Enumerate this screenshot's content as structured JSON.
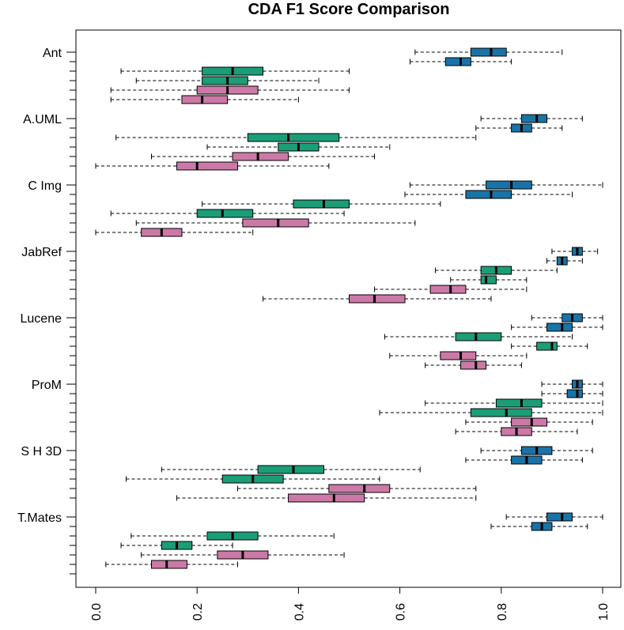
{
  "chart_data": {
    "type": "boxplot",
    "title": "CDA F1 Score Comparison",
    "xlabel": "",
    "ylabel": "",
    "xlim": [
      0.0,
      1.0
    ],
    "x_ticks": [
      "0.0",
      "0.2",
      "0.4",
      "0.6",
      "0.8",
      "1.0"
    ],
    "orientation": "horizontal",
    "grid": false,
    "colors": {
      "blue": "#1a73a8",
      "green": "#1b9e77",
      "pink": "#cc79a7"
    },
    "groups": [
      {
        "name": "Ant",
        "boxes": [
          {
            "color": "blue",
            "min": 0.63,
            "q1": 0.74,
            "median": 0.78,
            "q3": 0.81,
            "max": 0.92
          },
          {
            "color": "blue",
            "min": 0.62,
            "q1": 0.69,
            "median": 0.72,
            "q3": 0.74,
            "max": 0.82
          },
          {
            "color": "green",
            "min": 0.05,
            "q1": 0.21,
            "median": 0.27,
            "q3": 0.33,
            "max": 0.5
          },
          {
            "color": "green",
            "min": 0.08,
            "q1": 0.21,
            "median": 0.26,
            "q3": 0.3,
            "max": 0.44
          },
          {
            "color": "pink",
            "min": 0.03,
            "q1": 0.2,
            "median": 0.26,
            "q3": 0.32,
            "max": 0.5
          },
          {
            "color": "pink",
            "min": 0.03,
            "q1": 0.17,
            "median": 0.21,
            "q3": 0.26,
            "max": 0.4
          }
        ]
      },
      {
        "name": "A.UML",
        "boxes": [
          {
            "color": "blue",
            "min": 0.76,
            "q1": 0.84,
            "median": 0.87,
            "q3": 0.89,
            "max": 0.96
          },
          {
            "color": "blue",
            "min": 0.75,
            "q1": 0.82,
            "median": 0.84,
            "q3": 0.86,
            "max": 0.92
          },
          {
            "color": "green",
            "min": 0.04,
            "q1": 0.3,
            "median": 0.38,
            "q3": 0.48,
            "max": 0.75
          },
          {
            "color": "green",
            "min": 0.22,
            "q1": 0.36,
            "median": 0.4,
            "q3": 0.44,
            "max": 0.58
          },
          {
            "color": "pink",
            "min": 0.11,
            "q1": 0.27,
            "median": 0.32,
            "q3": 0.38,
            "max": 0.55
          },
          {
            "color": "pink",
            "min": 0.0,
            "q1": 0.16,
            "median": 0.2,
            "q3": 0.28,
            "max": 0.46
          }
        ]
      },
      {
        "name": "C Img",
        "boxes": [
          {
            "color": "blue",
            "min": 0.62,
            "q1": 0.77,
            "median": 0.82,
            "q3": 0.86,
            "max": 1.0
          },
          {
            "color": "blue",
            "min": 0.61,
            "q1": 0.73,
            "median": 0.78,
            "q3": 0.82,
            "max": 0.94
          },
          {
            "color": "green",
            "min": 0.21,
            "q1": 0.39,
            "median": 0.45,
            "q3": 0.5,
            "max": 0.68
          },
          {
            "color": "green",
            "min": 0.03,
            "q1": 0.2,
            "median": 0.25,
            "q3": 0.31,
            "max": 0.49
          },
          {
            "color": "pink",
            "min": 0.08,
            "q1": 0.29,
            "median": 0.36,
            "q3": 0.42,
            "max": 0.63
          },
          {
            "color": "pink",
            "min": 0.0,
            "q1": 0.09,
            "median": 0.13,
            "q3": 0.17,
            "max": 0.31
          }
        ]
      },
      {
        "name": "JabRef",
        "boxes": [
          {
            "color": "blue",
            "min": 0.9,
            "q1": 0.94,
            "median": 0.95,
            "q3": 0.96,
            "max": 0.99
          },
          {
            "color": "blue",
            "min": 0.89,
            "q1": 0.91,
            "median": 0.92,
            "q3": 0.93,
            "max": 0.96
          },
          {
            "color": "green",
            "min": 0.67,
            "q1": 0.76,
            "median": 0.79,
            "q3": 0.82,
            "max": 0.91
          },
          {
            "color": "green",
            "min": 0.7,
            "q1": 0.76,
            "median": 0.77,
            "q3": 0.79,
            "max": 0.85
          },
          {
            "color": "pink",
            "min": 0.55,
            "q1": 0.66,
            "median": 0.7,
            "q3": 0.73,
            "max": 0.85
          },
          {
            "color": "pink",
            "min": 0.33,
            "q1": 0.5,
            "median": 0.55,
            "q3": 0.61,
            "max": 0.78
          }
        ]
      },
      {
        "name": "Lucene",
        "boxes": [
          {
            "color": "blue",
            "min": 0.86,
            "q1": 0.92,
            "median": 0.94,
            "q3": 0.96,
            "max": 1.0
          },
          {
            "color": "blue",
            "min": 0.82,
            "q1": 0.89,
            "median": 0.92,
            "q3": 0.94,
            "max": 1.0
          },
          {
            "color": "green",
            "min": 0.57,
            "q1": 0.71,
            "median": 0.75,
            "q3": 0.8,
            "max": 0.94
          },
          {
            "color": "green",
            "min": 0.82,
            "q1": 0.87,
            "median": 0.9,
            "q3": 0.91,
            "max": 0.97
          },
          {
            "color": "pink",
            "min": 0.58,
            "q1": 0.68,
            "median": 0.72,
            "q3": 0.75,
            "max": 0.85
          },
          {
            "color": "pink",
            "min": 0.65,
            "q1": 0.72,
            "median": 0.75,
            "q3": 0.77,
            "max": 0.84
          }
        ]
      },
      {
        "name": "ProM",
        "boxes": [
          {
            "color": "blue",
            "min": 0.88,
            "q1": 0.94,
            "median": 0.95,
            "q3": 0.96,
            "max": 1.0
          },
          {
            "color": "blue",
            "min": 0.88,
            "q1": 0.93,
            "median": 0.95,
            "q3": 0.96,
            "max": 1.0
          },
          {
            "color": "green",
            "min": 0.65,
            "q1": 0.79,
            "median": 0.84,
            "q3": 0.88,
            "max": 1.0
          },
          {
            "color": "green",
            "min": 0.56,
            "q1": 0.74,
            "median": 0.81,
            "q3": 0.86,
            "max": 1.0
          },
          {
            "color": "pink",
            "min": 0.73,
            "q1": 0.82,
            "median": 0.86,
            "q3": 0.89,
            "max": 0.98
          },
          {
            "color": "pink",
            "min": 0.71,
            "q1": 0.8,
            "median": 0.83,
            "q3": 0.86,
            "max": 0.95
          }
        ]
      },
      {
        "name": "S H 3D",
        "boxes": [
          {
            "color": "blue",
            "min": 0.76,
            "q1": 0.84,
            "median": 0.87,
            "q3": 0.9,
            "max": 0.98
          },
          {
            "color": "blue",
            "min": 0.73,
            "q1": 0.82,
            "median": 0.85,
            "q3": 0.88,
            "max": 0.96
          },
          {
            "color": "green",
            "min": 0.13,
            "q1": 0.32,
            "median": 0.39,
            "q3": 0.45,
            "max": 0.64
          },
          {
            "color": "green",
            "min": 0.06,
            "q1": 0.25,
            "median": 0.31,
            "q3": 0.37,
            "max": 0.56
          },
          {
            "color": "pink",
            "min": 0.28,
            "q1": 0.46,
            "median": 0.53,
            "q3": 0.58,
            "max": 0.75
          },
          {
            "color": "pink",
            "min": 0.16,
            "q1": 0.38,
            "median": 0.47,
            "q3": 0.53,
            "max": 0.75
          }
        ]
      },
      {
        "name": "T.Mates",
        "boxes": [
          {
            "color": "blue",
            "min": 0.81,
            "q1": 0.89,
            "median": 0.92,
            "q3": 0.94,
            "max": 1.0
          },
          {
            "color": "blue",
            "min": 0.78,
            "q1": 0.86,
            "median": 0.88,
            "q3": 0.9,
            "max": 0.97
          },
          {
            "color": "green",
            "min": 0.07,
            "q1": 0.22,
            "median": 0.27,
            "q3": 0.32,
            "max": 0.47
          },
          {
            "color": "green",
            "min": 0.05,
            "q1": 0.13,
            "median": 0.16,
            "q3": 0.19,
            "max": 0.27
          },
          {
            "color": "pink",
            "min": 0.09,
            "q1": 0.24,
            "median": 0.29,
            "q3": 0.34,
            "max": 0.49
          },
          {
            "color": "pink",
            "min": 0.02,
            "q1": 0.11,
            "median": 0.14,
            "q3": 0.18,
            "max": 0.28
          }
        ]
      }
    ]
  }
}
